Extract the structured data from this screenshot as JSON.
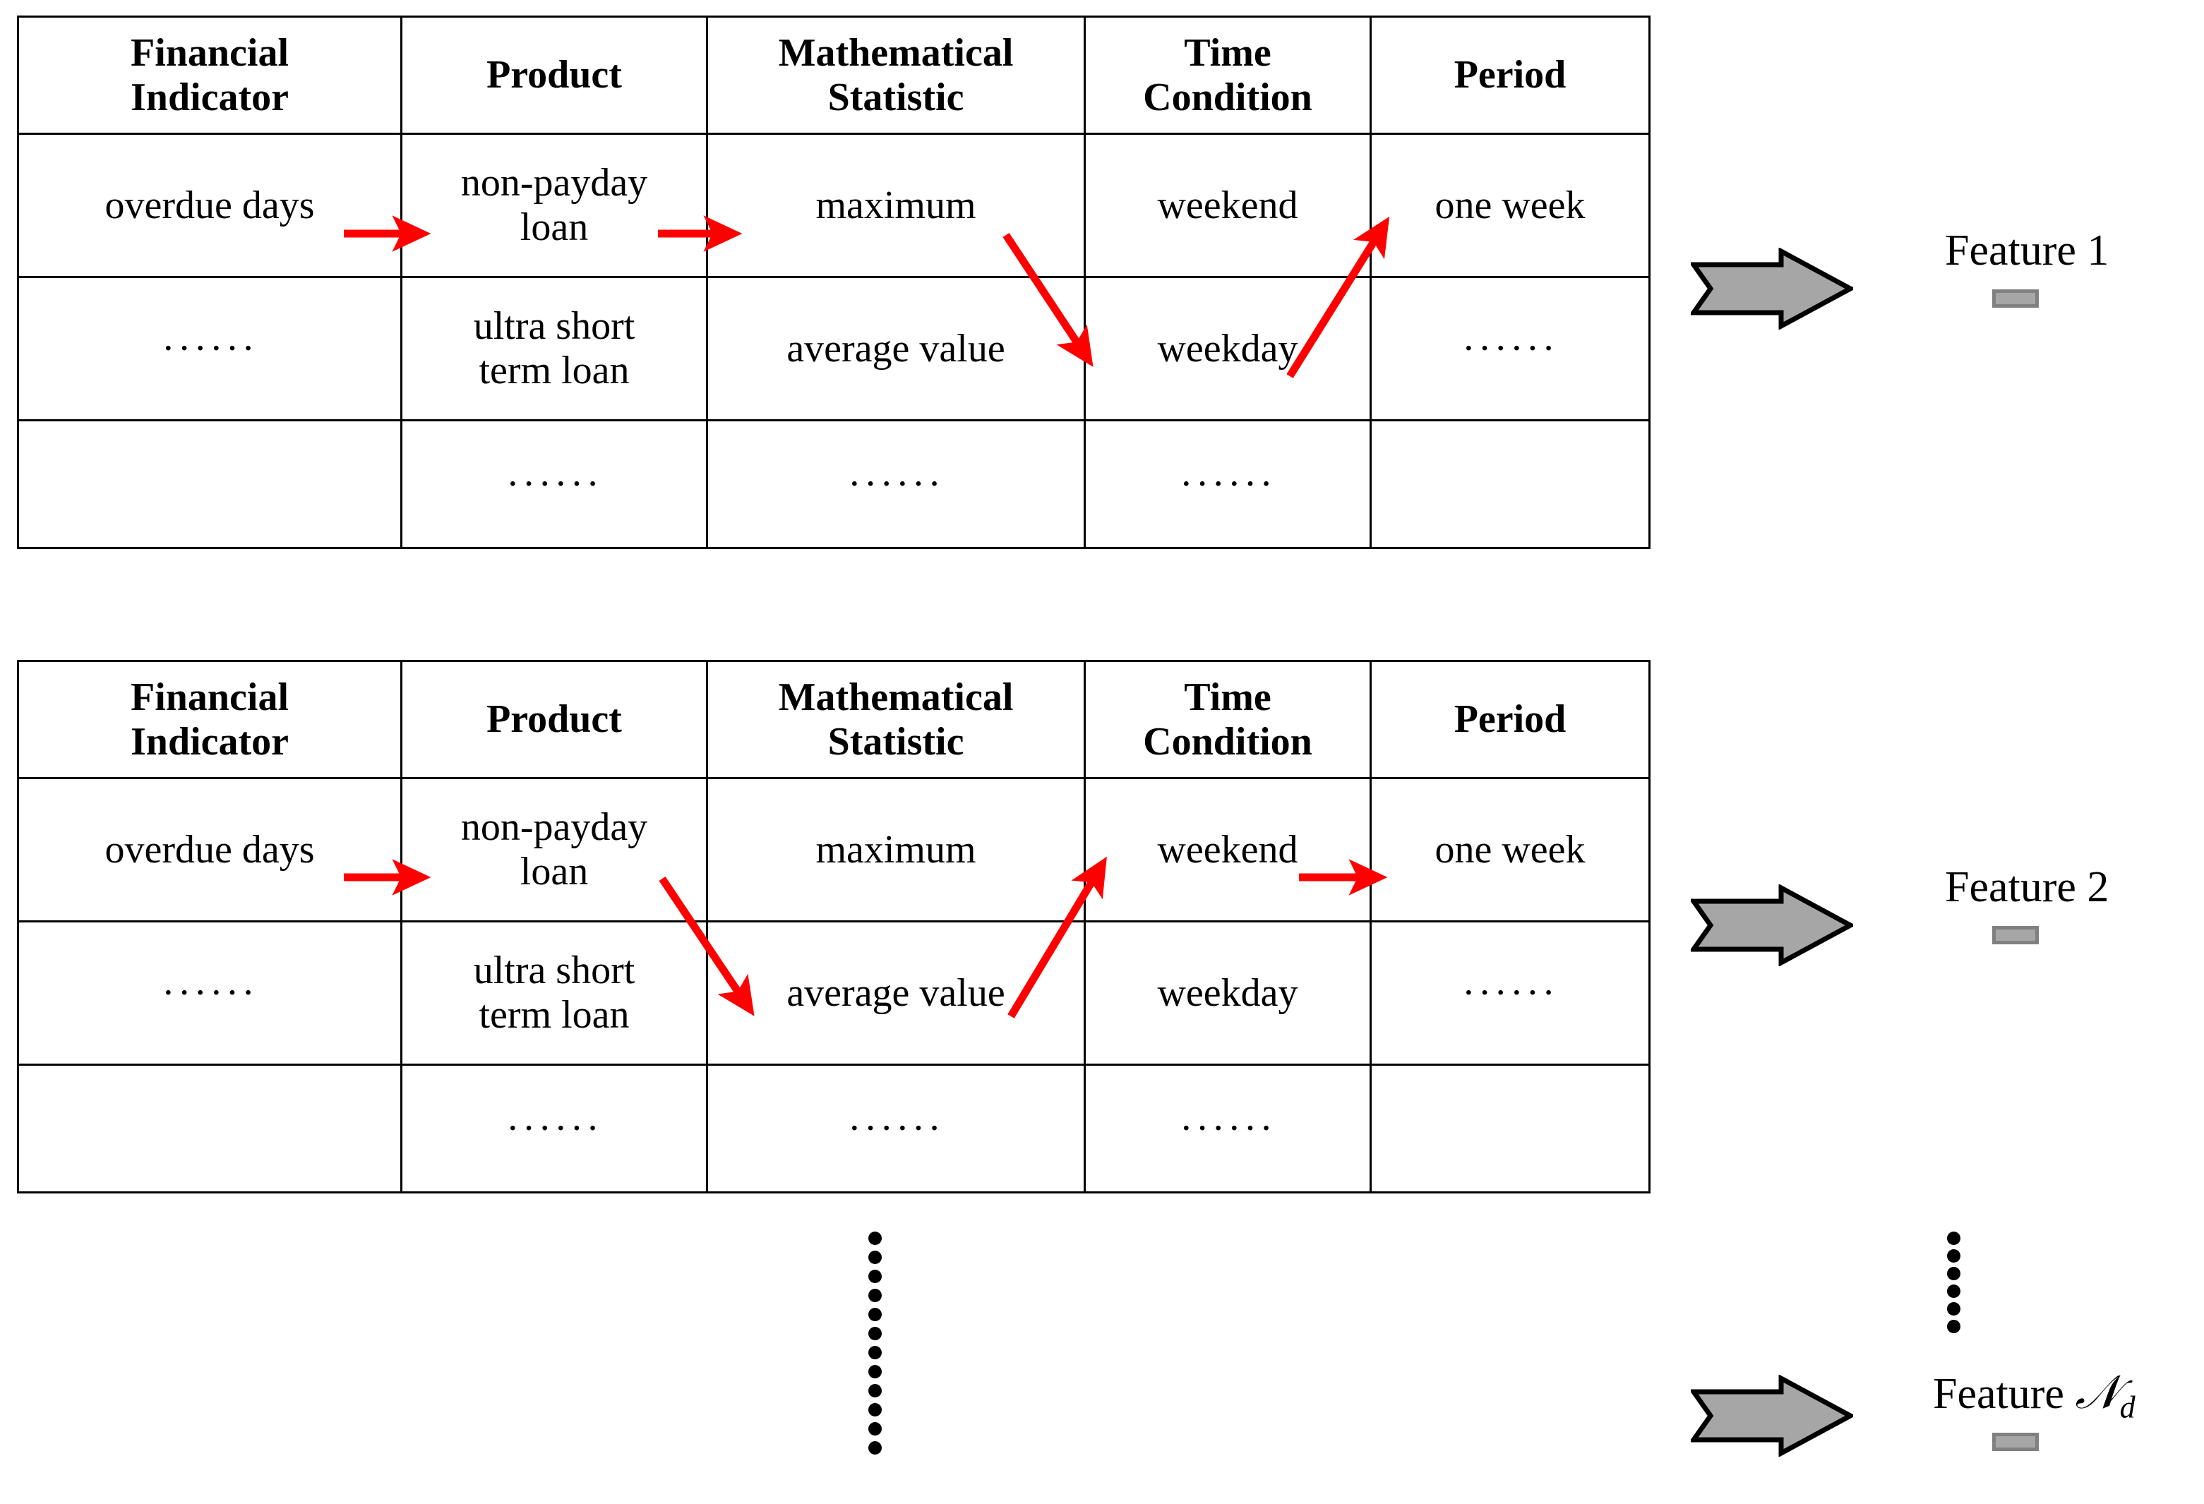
{
  "figure": {
    "title": "Feature construction from financial indicator combination tables",
    "accent_red": "#FF0000",
    "arrow_gray": "#A6A6A6",
    "swatch_border": "#808080",
    "line_black": "#000000"
  },
  "tables": [
    {
      "id": "table-1",
      "headers": [
        "Financial\nIndicator",
        "Product",
        "Mathematical\nStatistic",
        "Time\nCondition",
        "Period"
      ],
      "header_lines": [
        [
          "Financial",
          "Indicator"
        ],
        [
          "Product"
        ],
        [
          "Mathematical",
          "Statistic"
        ],
        [
          "Time",
          "Condition"
        ],
        [
          "Period"
        ]
      ],
      "rows": [
        {
          "cells": [
            {
              "lines": [
                "overdue days"
              ]
            },
            {
              "lines": [
                "non-payday",
                "loan"
              ]
            },
            {
              "lines": [
                "maximum"
              ]
            },
            {
              "lines": [
                "weekend"
              ]
            },
            {
              "lines": [
                "one week"
              ]
            }
          ]
        },
        {
          "cells": [
            {
              "lines": [
                "······"
              ]
            },
            {
              "lines": [
                "ultra short",
                "term loan"
              ]
            },
            {
              "lines": [
                "average value"
              ]
            },
            {
              "lines": [
                "weekday"
              ]
            },
            {
              "lines": [
                "······"
              ]
            }
          ]
        },
        {
          "cells": [
            {
              "lines": [
                ""
              ]
            },
            {
              "lines": [
                "······"
              ]
            },
            {
              "lines": [
                "······"
              ]
            },
            {
              "lines": [
                "······"
              ]
            },
            {
              "lines": [
                ""
              ]
            }
          ]
        }
      ],
      "selection_path": [
        "overdue days",
        "non-payday loan",
        "maximum",
        "weekday",
        "one week"
      ]
    },
    {
      "id": "table-2",
      "header_lines": [
        [
          "Financial",
          "Indicator"
        ],
        [
          "Product"
        ],
        [
          "Mathematical",
          "Statistic"
        ],
        [
          "Time",
          "Condition"
        ],
        [
          "Period"
        ]
      ],
      "rows": [
        {
          "cells": [
            {
              "lines": [
                "overdue days"
              ]
            },
            {
              "lines": [
                "non-payday",
                "loan"
              ]
            },
            {
              "lines": [
                "maximum"
              ]
            },
            {
              "lines": [
                "weekend"
              ]
            },
            {
              "lines": [
                "one week"
              ]
            }
          ]
        },
        {
          "cells": [
            {
              "lines": [
                "······"
              ]
            },
            {
              "lines": [
                "ultra short",
                "term loan"
              ]
            },
            {
              "lines": [
                "average value"
              ]
            },
            {
              "lines": [
                "weekday"
              ]
            },
            {
              "lines": [
                "······"
              ]
            }
          ]
        },
        {
          "cells": [
            {
              "lines": [
                ""
              ]
            },
            {
              "lines": [
                "······"
              ]
            },
            {
              "lines": [
                "······"
              ]
            },
            {
              "lines": [
                "······"
              ]
            },
            {
              "lines": [
                ""
              ]
            }
          ]
        }
      ],
      "selection_path": [
        "overdue days",
        "non-payday loan",
        "average value",
        "weekend",
        "one week"
      ]
    }
  ],
  "outputs": [
    {
      "id": "feature-1",
      "label": "Feature 1",
      "label_prefix": "Feature",
      "index": "1"
    },
    {
      "id": "feature-2",
      "label": "Feature 2",
      "label_prefix": "Feature",
      "index": "2"
    },
    {
      "id": "feature-nd",
      "label": "Feature ᵊd",
      "label_prefix": "Feature",
      "index": "N",
      "subscript": "d"
    }
  ],
  "continuation": {
    "middle_dots_count": 12,
    "right_dots_count": 6
  }
}
